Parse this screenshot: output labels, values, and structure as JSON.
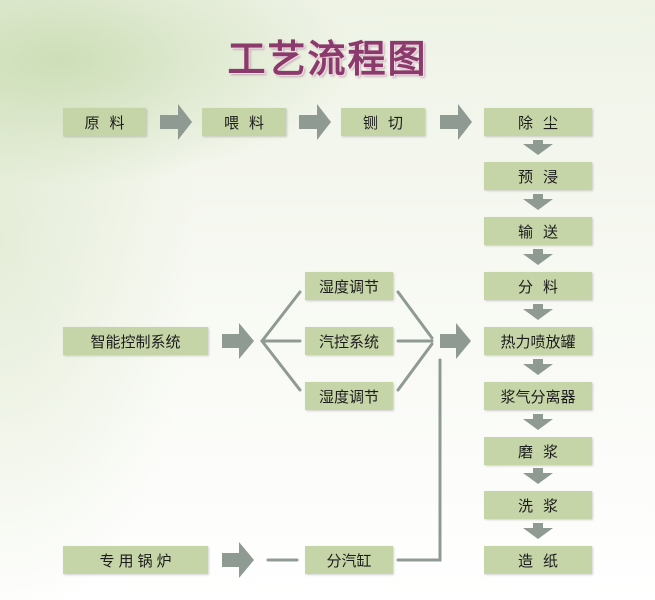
{
  "title": "工艺流程图",
  "colors": {
    "box": "#c6d5a8",
    "arrow": "#8e9a92",
    "title": "#8b3a6b"
  },
  "top_row": [
    "原料",
    "喂料",
    "铡切"
  ],
  "right_column": [
    "除尘",
    "预浸",
    "输送",
    "分料",
    "热力喷放罐",
    "浆气分离器",
    "磨浆",
    "洗浆",
    "造纸"
  ],
  "control": {
    "source": "智能控制系统",
    "branches": [
      "湿度调节",
      "汽控系统",
      "湿度调节"
    ]
  },
  "boiler": {
    "source": "专用锅炉",
    "cylinder": "分汽缸"
  }
}
